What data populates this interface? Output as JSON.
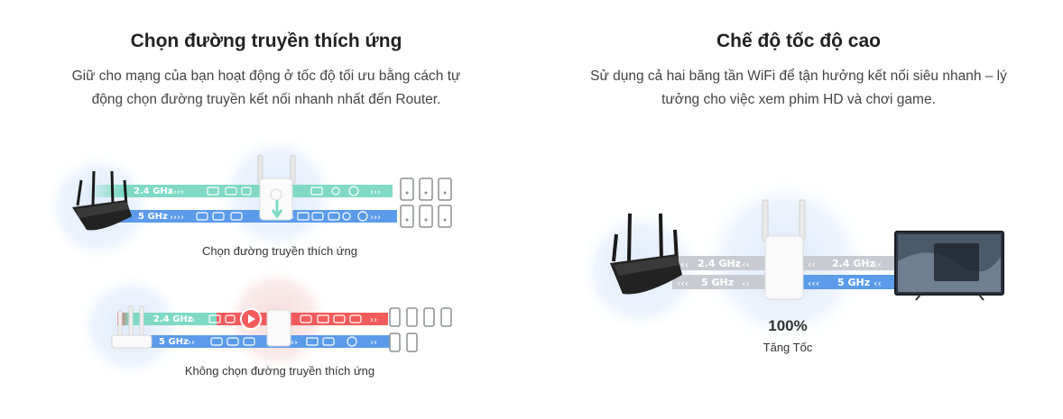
{
  "left": {
    "title": "Chọn đường truyền thích ứng",
    "desc_line1": "Giữ cho mạng của bạn hoạt động ở tốc độ tối ưu bằng cách tự",
    "desc_line2": "động chọn đường truyền kết nối nhanh nhất đến Router.",
    "diagram1": {
      "band_24": "2.4 GHz",
      "band_5": "5 GHz",
      "caption": "Chọn đường truyền thích ứng"
    },
    "diagram2": {
      "band_24": "2.4 GHz",
      "band_5": "5 GHz",
      "caption": "Không chọn đường truyền thích ứng"
    }
  },
  "right": {
    "title": "Chế độ tốc độ cao",
    "desc_line1": "Sử dụng cả hai băng tần WiFi để tận hưởng kết nối siêu nhanh – lý",
    "desc_line2": "tưởng cho việc xem phim HD và chơi game.",
    "band_24_left": "2.4 GHz",
    "band_5_left": "5 GHz",
    "band_24_right": "2.4 GHz",
    "band_5_right": "5 GHz",
    "percent": "100%",
    "percent_label": "Tăng Tốc"
  },
  "colors": {
    "band_24": "#7fd9c4",
    "band_5": "#5b9bea",
    "band_red": "#f25b5b",
    "band_grey": "#c8ccd2",
    "glow": "#eaf2fc"
  }
}
